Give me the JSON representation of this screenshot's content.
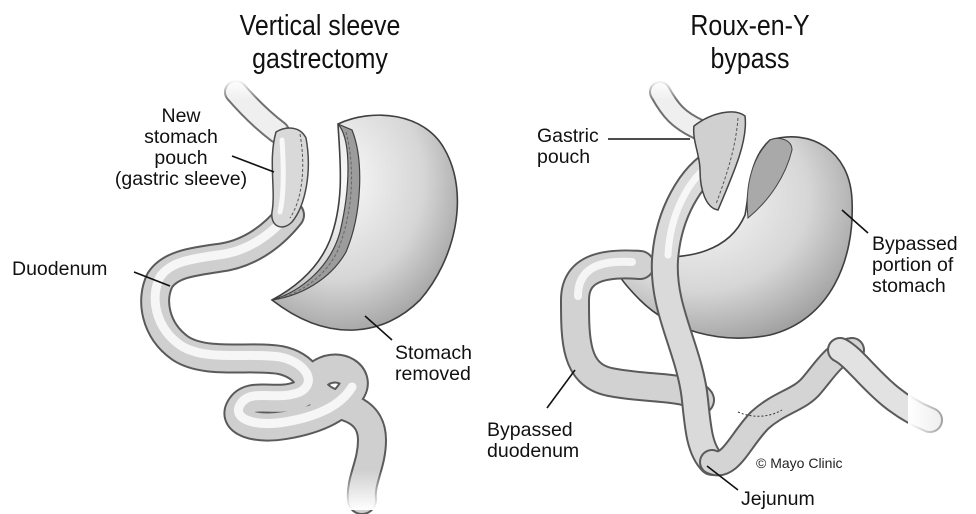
{
  "left_panel": {
    "title_lines": [
      "Vertical sleeve",
      "gastrectomy"
    ],
    "labels": {
      "pouch": [
        "New",
        "stomach",
        "pouch",
        "(gastric sleeve)"
      ],
      "duodenum": [
        "Duodenum"
      ],
      "removed": [
        "Stomach",
        "removed"
      ]
    }
  },
  "right_panel": {
    "title_lines": [
      "Roux-en-Y",
      "bypass"
    ],
    "labels": {
      "gastric_pouch": [
        "Gastric",
        "pouch"
      ],
      "bypassed_portion": [
        "Bypassed",
        "portion of",
        "stomach"
      ],
      "bypassed_duodenum": [
        "Bypassed",
        "duodenum"
      ],
      "jejunum": [
        "Jejunum"
      ]
    }
  },
  "credit": "© Mayo Clinic",
  "colors": {
    "tissue_light": "#f4f4f4",
    "tissue_mid": "#c9c9c9",
    "tissue_dark": "#7a7a7a",
    "outline": "#444444",
    "leader": "#111111"
  }
}
